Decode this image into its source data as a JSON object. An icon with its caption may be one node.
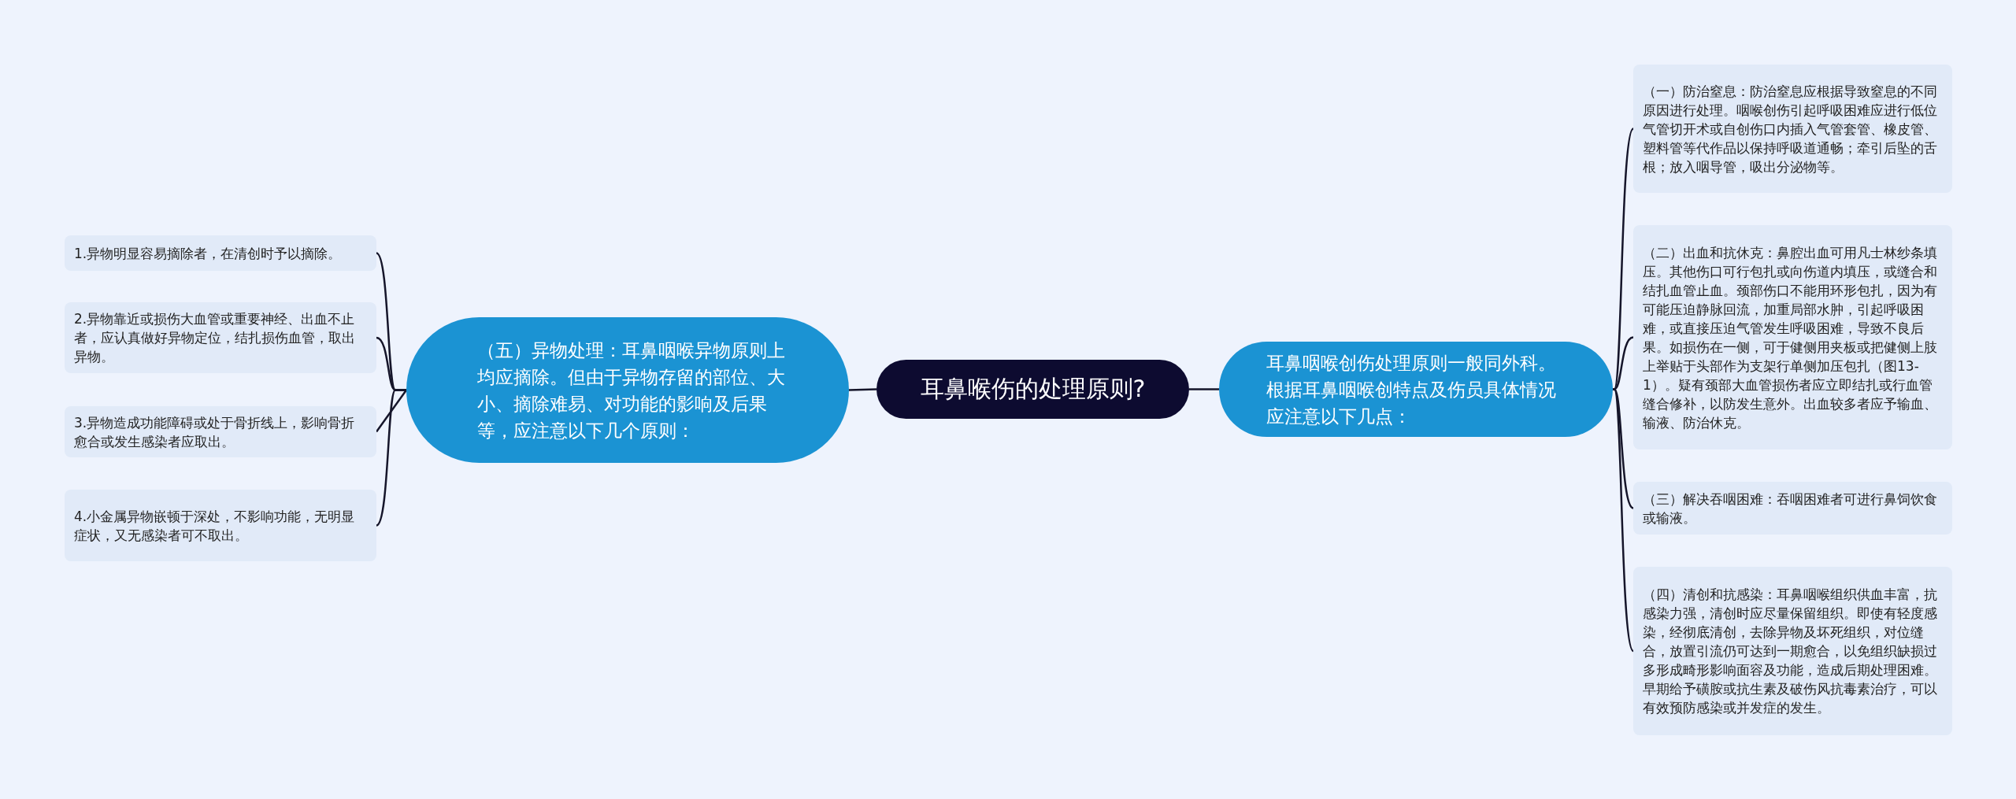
{
  "diagram": {
    "nodes": [
      {
        "text": [
          "耳鼻喉伤的处理原则?"
        ]
      },
      {
        "text": [
          "（五）异物处理：耳鼻咽喉异物原则上均应摘除。但由于异物存留的部位、大小、摘除难易、对功能的影响及后果等，应注意以下几个原则："
        ]
      },
      {
        "text": [
          "耳鼻咽喉创伤处理原则一般同外科。根据耳鼻咽喉创特点及伤员具体情况应注意以下几点："
        ]
      },
      {
        "text": [
          "1.异物明显容易摘除者，在清创时予以摘除。"
        ]
      },
      {
        "text": [
          "2.异物靠近或损伤大血管或重要神经、出血不止者，应认真做好异物定位，结扎损伤血管，取出异物。"
        ]
      },
      {
        "text": [
          "3.异物造成功能障碍或处于骨折线上，影响骨折愈合或发生感染者应取出。"
        ]
      },
      {
        "text": [
          "4.小金属异物嵌顿于深处，不影响功能，无明显症状，又无感染者可不取出。"
        ]
      },
      {
        "text": [
          "（一）防治窒息：防治窒息应根据导致窒息的不同原因进行处理。咽喉创伤引起呼吸困难应进行低位气管切开术或自创伤口内插入气管套管、橡皮管、塑料管等代作品以保持呼吸道通畅；牵引后坠的舌根；放入咽导管，吸出分泌物等。"
        ]
      },
      {
        "text": [
          "（二）出血和抗休克：鼻腔出血可用凡士林纱条填压。其他伤口可行包扎或向伤道内填压，或缝合和结扎血管止血。颈部伤口不能用环形包扎，因为有可能压迫静脉回流，加重局部水肿，引起呼吸困难，或直接压迫气管发生呼吸困难，导致不良后果。如损伤在一侧，可于健侧用夹板或把健侧上肢上举贴于头部作为支架行单侧加压包扎（图13-1）。疑有颈部大血管损伤者应立即结扎或行血管缝合修补，以防发生意外。出血较多者应予输血、输液、防治休克。"
        ]
      },
      {
        "text": [
          "（三）解决吞咽困难：吞咽困难者可进行鼻饲饮食或输液。"
        ]
      },
      {
        "text": [
          "（四）清创和抗感染：耳鼻咽喉组织供血丰富，抗感染力强，清创时应尽量保留组织。即使有轻度感染，经彻底清创，去除异物及坏死组织，对位缝合，放置引流仍可达到一期愈合，以免组织缺损过多形成畸形影响面容及功能，造成后期处理困难。早期给予磺胺或抗生素及破伤风抗毒素治疗，可以有效预防感染或并发症的发生。"
        ]
      }
    ],
    "edges": [
      {
        "from": 0,
        "to": 1,
        "arrow": "none"
      },
      {
        "from": 0,
        "to": 2,
        "arrow": "none"
      },
      {
        "from": 1,
        "to": 3,
        "arrow": "none"
      },
      {
        "from": 1,
        "to": 4,
        "arrow": "none"
      },
      {
        "from": 1,
        "to": 5,
        "arrow": "none"
      },
      {
        "from": 1,
        "to": 6,
        "arrow": "none"
      },
      {
        "from": 2,
        "to": 7,
        "arrow": "none"
      },
      {
        "from": 2,
        "to": 8,
        "arrow": "none"
      },
      {
        "from": 2,
        "to": 9,
        "arrow": "none"
      },
      {
        "from": 2,
        "to": 10,
        "arrow": "none"
      }
    ]
  }
}
